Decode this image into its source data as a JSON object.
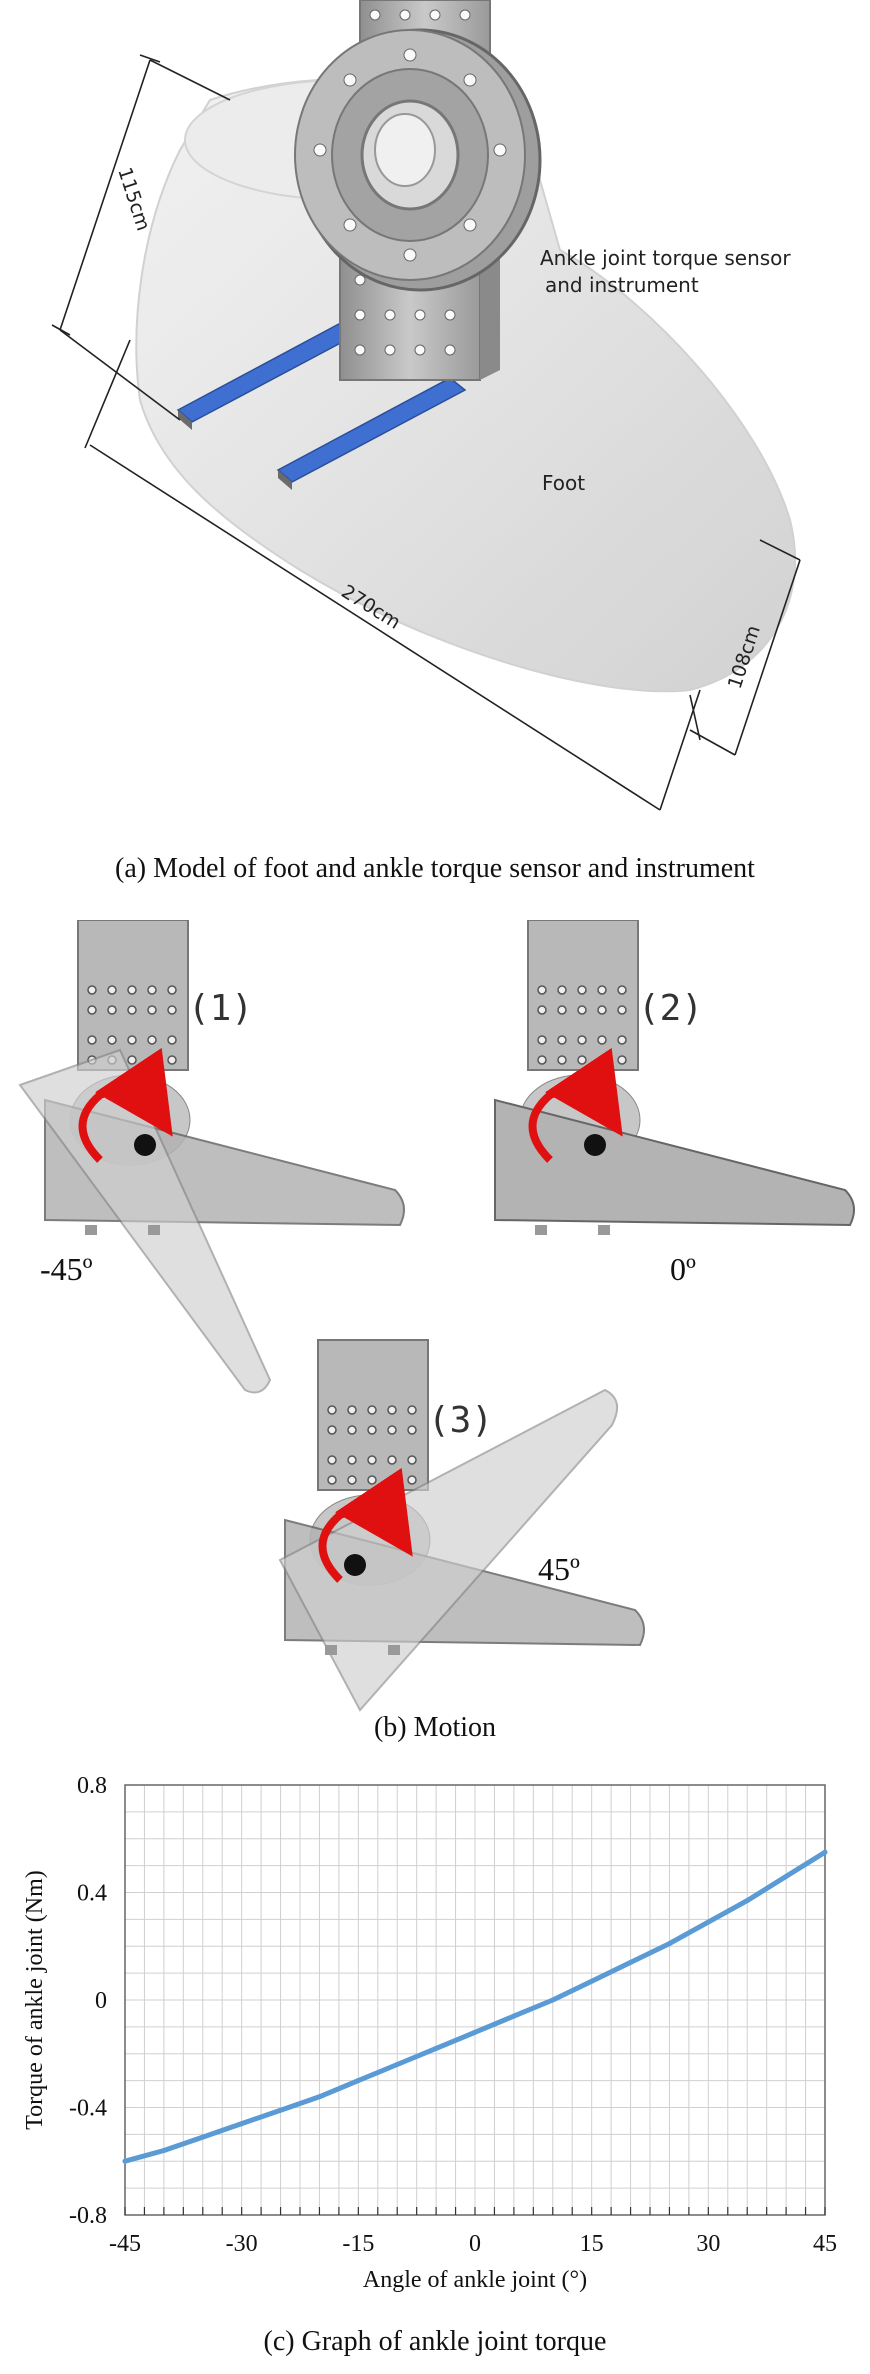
{
  "panel_a": {
    "caption": "(a) Model of foot and ankle torque sensor and instrument",
    "label_sensor_line1": "Ankle joint torque sensor",
    "label_sensor_line2": "and instrument",
    "label_foot": "Foot",
    "dim_height": "115cm",
    "dim_length": "270cm",
    "dim_width": "108cm",
    "colors": {
      "foot": "#e2e2e2",
      "sensor_pad": "#3f6fd1",
      "metal": "#a9a9a9"
    }
  },
  "panel_b": {
    "caption": "(b) Motion",
    "step_1": "(1)",
    "step_2": "(2)",
    "step_3": "(3)",
    "angle_1": "-45º",
    "angle_2": "0º",
    "angle_3": "45º",
    "colors": {
      "arrow": "#e01010",
      "body": "#b5b5b5"
    }
  },
  "panel_c": {
    "caption": "(c) Graph of ankle joint torque"
  },
  "chart_data": {
    "type": "line",
    "xlabel": "Angle of ankle joint (°)",
    "ylabel": "Torque of ankle joint (Nm)",
    "xlim": [
      -45,
      45
    ],
    "ylim": [
      -0.8,
      0.8
    ],
    "xticks": [
      -45,
      -30,
      -15,
      0,
      15,
      30,
      45
    ],
    "yticks": [
      -0.8,
      -0.4,
      0,
      0.4,
      0.8
    ],
    "xtick_labels": [
      "-45",
      "-30",
      "-15",
      "0",
      "15",
      "30",
      "45"
    ],
    "ytick_labels": [
      "-0.8",
      "-0.4",
      "0",
      "0.4",
      "0.8"
    ],
    "grid": true,
    "series": [
      {
        "color": "#5b9bd5",
        "x": [
          -45,
          -40,
          -35,
          -30,
          -25,
          -20,
          -15,
          -10,
          -5,
          0,
          5,
          10,
          15,
          20,
          25,
          30,
          35,
          40,
          45
        ],
        "y": [
          -0.6,
          -0.56,
          -0.51,
          -0.46,
          -0.41,
          -0.36,
          -0.3,
          -0.24,
          -0.18,
          -0.12,
          -0.06,
          0.0,
          0.07,
          0.14,
          0.21,
          0.29,
          0.37,
          0.46,
          0.55
        ]
      }
    ]
  }
}
